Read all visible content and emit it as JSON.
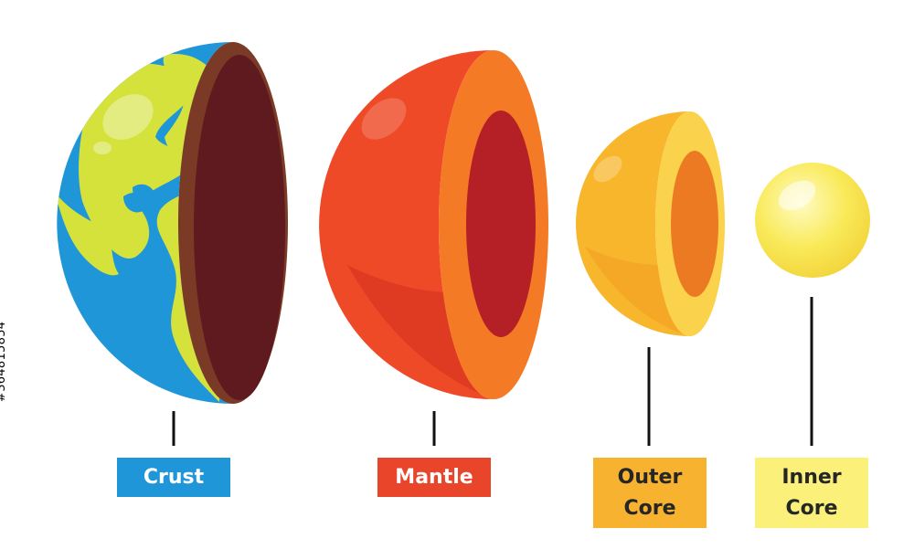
{
  "layers": [
    {
      "id": "crust",
      "label": "Crust",
      "bg": "#1f96d8",
      "fg": "#ffffff"
    },
    {
      "id": "mantle",
      "label": "Mantle",
      "bg": "#e9452b",
      "fg": "#ffffff"
    },
    {
      "id": "outer",
      "label": "Outer\nCore",
      "bg": "#f7b22f",
      "fg": "#262626"
    },
    {
      "id": "inner",
      "label": "Inner\nCore",
      "bg": "#fbf17a",
      "fg": "#262626"
    }
  ],
  "stock_id": "#364815854",
  "colors": {
    "ocean": "#1f96d8",
    "land": "#d5e23c",
    "crust_rim": "#7a3a25",
    "crust_inner": "#5e1a1f",
    "mantle_outer": "#ef4a28",
    "mantle_rim": "#f47a25",
    "mantle_inner": "#b51f26",
    "outer_core": "#f8b62c",
    "outer_core_rim": "#fbd24b",
    "outer_core_inner": "#ec7a22",
    "inner_core": "#f9ea5a",
    "connector": "#111111"
  }
}
